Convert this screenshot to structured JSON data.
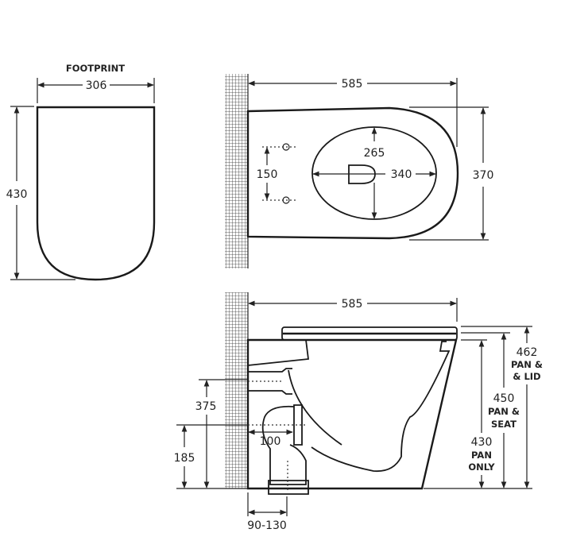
{
  "footprint": {
    "title": "FOOTPRINT",
    "width_label": "306",
    "depth_label": "430"
  },
  "plan_view": {
    "length_label": "585",
    "width_label": "370",
    "bowl_length_label": "340",
    "bowl_width_label": "265",
    "fixing_spacing_label": "150"
  },
  "side_view": {
    "length_label": "585",
    "inlet_height_label": "375",
    "outlet_height_label": "185",
    "outlet_projection_label": "100",
    "set_out_label": "90-130",
    "height_lid": {
      "value": "462",
      "line1": "PAN &",
      "line2": "& LID"
    },
    "height_seat": {
      "value": "450",
      "line1": "PAN &",
      "line2": "SEAT"
    },
    "height_pan": {
      "value": "430",
      "line1": "PAN",
      "line2": "ONLY"
    }
  },
  "colors": {
    "line": "#1a1a1a",
    "background": "#ffffff"
  }
}
